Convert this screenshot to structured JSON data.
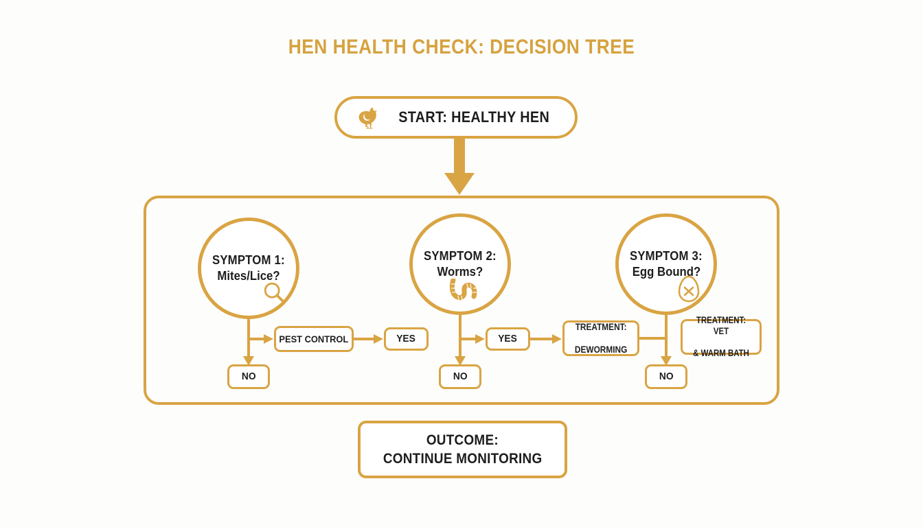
{
  "title": "HEN HEALTH CHECK: DECISION TREE",
  "theme": {
    "gold": "#d9a443",
    "gold_title": "#d6a23f",
    "text_dark": "#1d1d1d",
    "background": "#fdfdfc",
    "node_fill": "#ffffff"
  },
  "start": {
    "label": "START: HEALTHY HEN",
    "icon": "hen-icon"
  },
  "main_arrow": {
    "icon": "down-arrow-icon"
  },
  "symptoms": [
    {
      "title": "SYMPTOM 1:",
      "question": "Mites/Lice?",
      "icon": "magnifier-icon",
      "yes_label": "YES",
      "no_label": "NO",
      "action_label": "PEST CONTROL"
    },
    {
      "title": "SYMPTOM 2:",
      "question": "Worms?",
      "icon": "worm-icon",
      "yes_label": "YES",
      "no_label": "NO",
      "action_line1": "TREATMENT:",
      "action_line2": "DEWORMING"
    },
    {
      "title": "SYMPTOM 3:",
      "question": "Egg Bound?",
      "icon": "egg-x-icon",
      "no_label": "NO",
      "action_line1": "TREATMENT: VET",
      "action_line2": "& WARM BATH"
    }
  ],
  "outcome": {
    "line1": "OUTCOME:",
    "line2": "CONTINUE MONITORING"
  }
}
